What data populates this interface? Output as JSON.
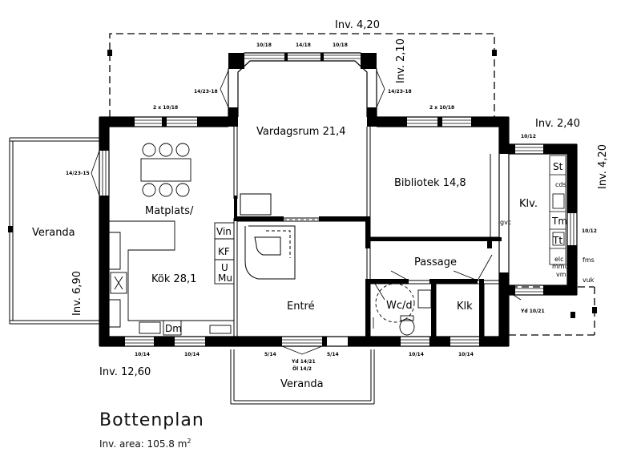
{
  "title": "Bottenplan",
  "area": {
    "label": "Inv. area: 105.8 m",
    "unit_sup": "2"
  },
  "rooms": {
    "vardagsrum": "Vardagsrum 21,4",
    "bibliotek": "Bibliotek 14,8",
    "matplats": "Matplats/",
    "kok": "Kök 28,1",
    "entre": "Entré",
    "passage": "Passage",
    "klv": "Klv.",
    "wc": "Wc/d",
    "klk": "Klk",
    "veranda_left": "Veranda",
    "veranda_bottom": "Veranda"
  },
  "fixtures": {
    "vin": "Vin",
    "kf": "KF",
    "u": "U",
    "mu": "Mu",
    "dm": "Dm",
    "gvc": "gvc",
    "st": "St",
    "cds": "cds",
    "tm": "Tm",
    "tt": "Tt",
    "elc": "elc",
    "mmc": "mmc",
    "vm": "vm",
    "fms": "fms",
    "vuk": "vuk"
  },
  "dimensions": {
    "top": "Inv. 4,20",
    "bay": "Inv. 2,10",
    "right_top": "Inv. 2,40",
    "right_side": "Inv. 4,20",
    "left_side": "Inv. 6,90",
    "bottom": "Inv. 12,60"
  },
  "windows": {
    "bay_1": "10/18",
    "bay_2": "14/18",
    "bay_3": "10/18",
    "bay_left": "14/23-18",
    "bay_right": "14/23-18",
    "kitchen_top": "2 x 10/18",
    "library_top": "2 x 10/18",
    "kitchen_left": "14/23-15",
    "klv_top": "10/12",
    "klv_right": "10/12",
    "bottom_1": "10/14",
    "bottom_2": "10/14",
    "entre_1": "5/14",
    "entre_2": "5/14",
    "door_main": "Yd 14/21",
    "door_main_2": "Öl 14/2",
    "bottom_3": "10/14",
    "bottom_4": "10/14",
    "door_klv": "Yd 10/21"
  }
}
